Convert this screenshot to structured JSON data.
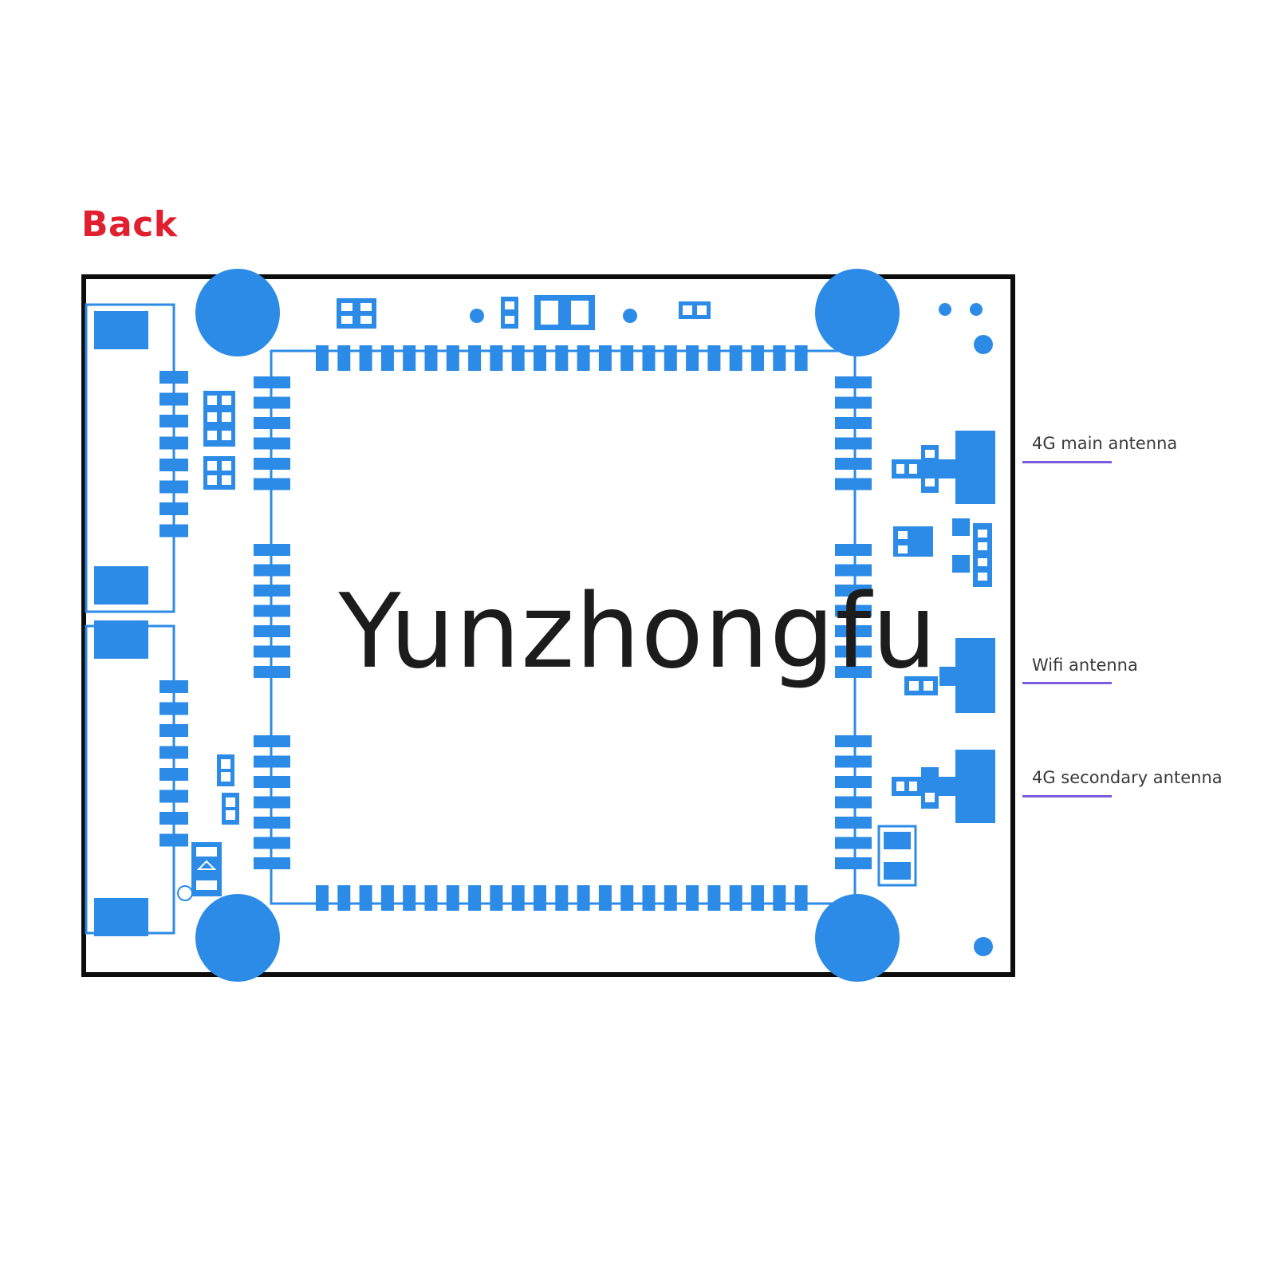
{
  "heading": "Back",
  "watermark": "Yunzhongfu",
  "callouts": [
    {
      "label": "4G main antenna"
    },
    {
      "label": "Wifi antenna"
    },
    {
      "label": "4G secondary antenna"
    }
  ],
  "colors": {
    "heading": "#e01f2f",
    "pad": "#2c8be6",
    "outline": "#0d0d0d",
    "callout_line": "#7a5ce0"
  }
}
